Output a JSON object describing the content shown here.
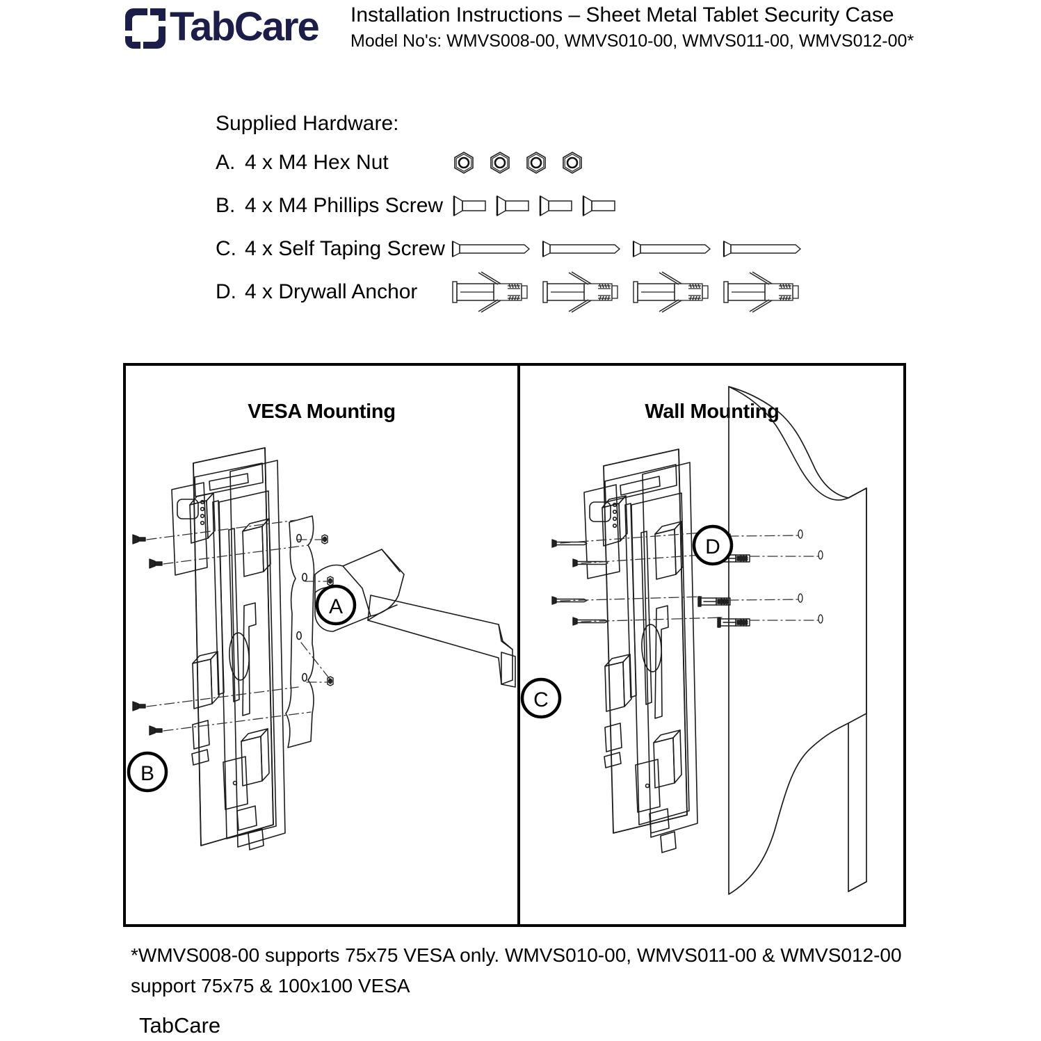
{
  "header": {
    "logo_text": "TabCare",
    "logo_icon": "tabcare-bracket-logo",
    "logo_color": "#1d1d49",
    "title": "Installation Instructions – Sheet Metal Tablet Security Case",
    "subtitle": "Model No's: WMVS008-00, WMVS010-00, WMVS011-00, WMVS012-00*"
  },
  "hardware": {
    "title": "Supplied Hardware:",
    "items": [
      {
        "letter": "A.",
        "text": "4 x M4 Hex Nut",
        "icon": "hex-nut-icon",
        "count": 4
      },
      {
        "letter": "B.",
        "text": "4 x M4 Phillips Screw",
        "icon": "phillips-screw-icon",
        "count": 4
      },
      {
        "letter": "C.",
        "text": "4 x Self Taping Screw",
        "icon": "self-tapping-screw-icon",
        "count": 4
      },
      {
        "letter": "D.",
        "text": "4 x Drywall Anchor",
        "icon": "drywall-anchor-icon",
        "count": 4
      }
    ]
  },
  "diagram": {
    "left_panel": {
      "title": "VESA Mounting",
      "callouts": [
        {
          "label": "A"
        },
        {
          "label": "B"
        }
      ]
    },
    "right_panel": {
      "title": "Wall Mounting",
      "callouts": [
        {
          "label": "D"
        },
        {
          "label": "C"
        }
      ]
    }
  },
  "footer": {
    "note_line1": "*WMVS008-00 supports 75x75 VESA only. WMVS010-00, WMVS011-00 & WMVS012-00",
    "note_line2": "support 75x75 & 100x100 VESA",
    "brand": "TabCare"
  }
}
